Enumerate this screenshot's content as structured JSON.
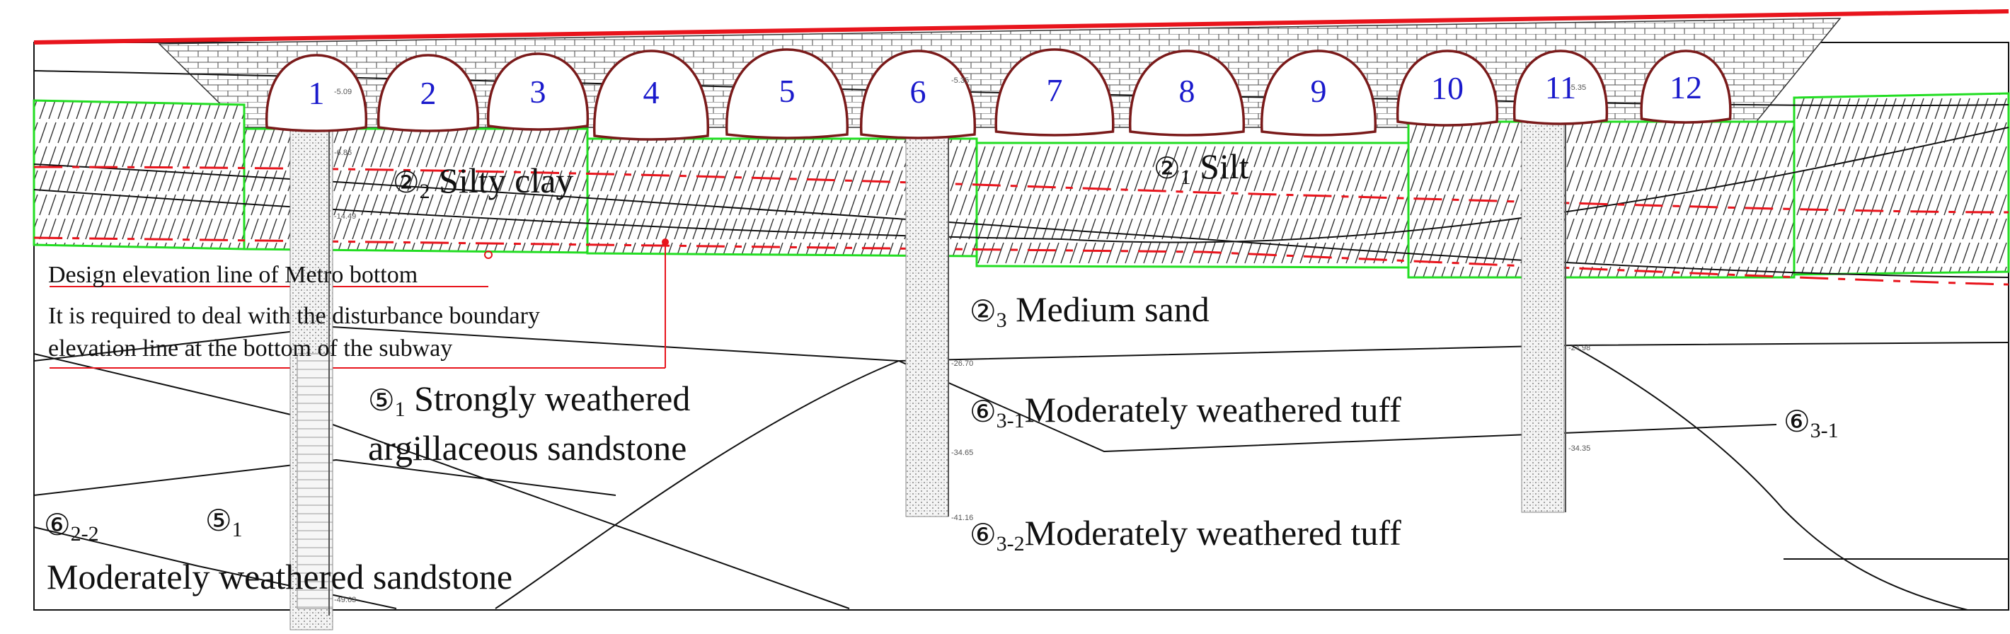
{
  "colors": {
    "ground_line": "#e8141c",
    "layer_boundary": "#22dd22",
    "design_line": "#e8141c",
    "tunnel_outline": "#7a1a1a",
    "tunnel_number": "#1a1acc",
    "masonry": "#444444"
  },
  "tunnels": [
    "1",
    "2",
    "3",
    "4",
    "5",
    "6",
    "7",
    "8",
    "9",
    "10",
    "11",
    "12"
  ],
  "layers": {
    "silty_clay": {
      "symbol": "②",
      "sub": "2",
      "text": " Silty clay"
    },
    "silt": {
      "symbol": "②",
      "sub": "1",
      "text": " Silt"
    },
    "medium_sand": {
      "symbol": "②",
      "sub": "3",
      "text": " Medium sand"
    },
    "sandstone_strong": {
      "symbol": "⑤",
      "sub": "1",
      "text": " Strongly weathered",
      "text2": "argillaceous sandstone"
    },
    "tuff_31_center": {
      "symbol": "⑥",
      "sub": "3-1",
      "text": "Moderately weathered tuff"
    },
    "tuff_31_right": {
      "symbol": "⑥",
      "sub": "3-1",
      "text": ""
    },
    "tuff_32": {
      "symbol": "⑥",
      "sub": "3-2",
      "text": "Moderately weathered tuff"
    },
    "sandstone_mod": {
      "symbol": "⑥",
      "sub": "2-2",
      "text": "Moderately weathered sandstone"
    },
    "sandstone_51_small": {
      "symbol": "⑤",
      "sub": "1",
      "text": ""
    }
  },
  "annotations": {
    "design_line": "Design elevation line of Metro bottom",
    "disturbance_line1": "It is required to deal with the disturbance boundary",
    "disturbance_line2": "elevation line at the bottom of the subway"
  },
  "elevations": {
    "b1_top": "-5.09",
    "b1_a": "-6.86",
    "b1_b": "-14.49",
    "b1_c": "-49.63",
    "b2_top": "-5.35",
    "b2_a": "-26.70",
    "b2_b": "-34.65",
    "b2_c": "-41.16",
    "b3_top": "-5.35",
    "b3_a": "-24.98",
    "b3_b": "-34.35"
  }
}
